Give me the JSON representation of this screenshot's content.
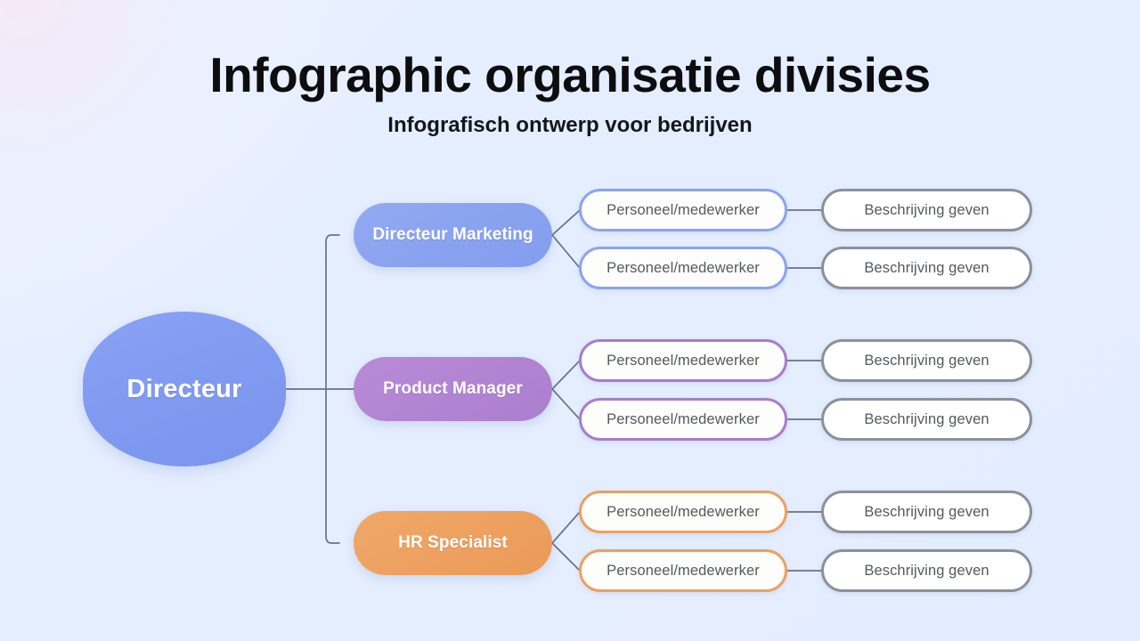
{
  "header": {
    "title": "Infographic organisatie divisies",
    "subtitle": "Infografisch ontwerp voor bedrijven"
  },
  "colors": {
    "background": "#e4eeff",
    "root": "#819bf1",
    "marketing": "#8ba4ee",
    "product": "#b184d2",
    "hr": "#eda05f",
    "connector": "#6b7280",
    "description_border": "#8c9199",
    "node_text": "#ffffff",
    "pill_text": "#55585e"
  },
  "chart_data": {
    "type": "diagram",
    "title": "Infographic organisatie divisies",
    "root": {
      "label": "Directeur"
    },
    "branches": [
      {
        "label": "Directeur Marketing",
        "color": "#8ba4ee",
        "children": [
          {
            "label": "Personeel/medewerker",
            "description": "Beschrijving geven"
          },
          {
            "label": "Personeel/medewerker",
            "description": "Beschrijving geven"
          }
        ]
      },
      {
        "label": "Product Manager",
        "color": "#b184d2",
        "children": [
          {
            "label": "Personeel/medewerker",
            "description": "Beschrijving geven"
          },
          {
            "label": "Personeel/medewerker",
            "description": "Beschrijving geven"
          }
        ]
      },
      {
        "label": "HR Specialist",
        "color": "#eda05f",
        "children": [
          {
            "label": "Personeel/medewerker",
            "description": "Beschrijving geven"
          },
          {
            "label": "Personeel/medewerker",
            "description": "Beschrijving geven"
          }
        ]
      }
    ]
  }
}
